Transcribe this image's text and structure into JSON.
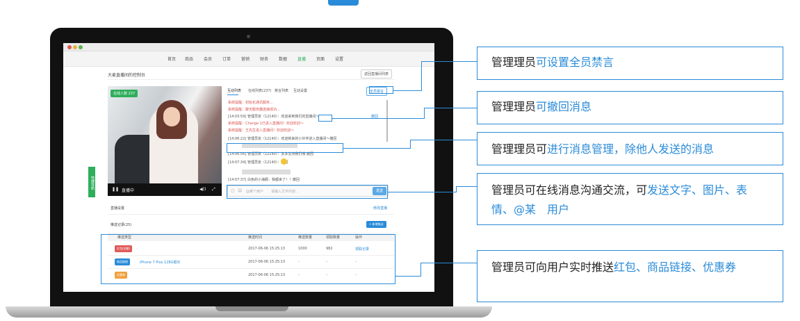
{
  "nav": {
    "items": [
      "首页",
      "商品",
      "会员",
      "订单",
      "营销",
      "财务",
      "数据",
      "直播",
      "页面",
      "设置"
    ],
    "active_index": 7
  },
  "header": {
    "page_title": "大麦直播间的控制台",
    "back_button": "返回直播间列表"
  },
  "video": {
    "online_badge": "在线人数 237",
    "status": "直播中"
  },
  "side_tab": "快捷导航",
  "chat": {
    "tabs": [
      "互动列表",
      "在线列表(237)",
      "禁言列表",
      "互动设置"
    ],
    "ban_all_button": "全员禁言",
    "messages": [
      {
        "text": "系统提醒：初始化通讯服务...",
        "style": "red"
      },
      {
        "text": "系统提醒：聊天服务器连接成功...",
        "style": "red"
      },
      {
        "text": "[14:03:59] 管理员张（12140）：欢迎来到我们的直播间～",
        "style": "normal",
        "recall": "撤回"
      },
      {
        "text": "系统提醒：Change 1已进入直播间！欢迎欢迎～",
        "style": "red"
      },
      {
        "text": "系统提醒：王先生进入直播间！欢迎欢迎～",
        "style": "red"
      },
      {
        "text": "[14:06:22] 管理员张（12140）：欢迎新来的小伙伴进入直播间～撤回",
        "style": "normal"
      },
      {
        "text": "[14:06:56] 管理员张（12140）：多多支持我们哦 撤回",
        "style": "normal"
      },
      {
        "text": "[14:07:34] 管理员张（12140）：撤回",
        "style": "normal"
      },
      {
        "text": "[14:07:37] 白色的小海豚：我都来了！！撤回",
        "style": "normal"
      }
    ],
    "input_placeholder": "请输入文字内容...",
    "mention_label": "@某个用户",
    "send_button": "发送"
  },
  "settings": {
    "title": "直播设置",
    "link": "修改直播"
  },
  "push": {
    "title": "推送记录(25)",
    "button": "+ 新增推送",
    "columns": [
      "推送类型",
      "推送时间",
      "推送数量",
      "领取数量",
      "操作"
    ],
    "rows": [
      {
        "tag": "红包(总额)",
        "tag_color": "#e05a5a",
        "desc": "",
        "time": "2017-06-06 15:25:13",
        "count": "1000",
        "taken": "982",
        "action": "领取记录"
      },
      {
        "tag": "商品链接",
        "tag_color": "#2a8bd8",
        "desc": "iPhone 7 Plus 128G银灰",
        "time": "2017-06-06 15:25:13",
        "count": "-",
        "taken": "-",
        "action": "-"
      },
      {
        "tag": "优惠券",
        "tag_color": "#f0a040",
        "desc": "",
        "time": "2017-06-06 15:25:13",
        "count": "-",
        "taken": "-",
        "action": "-"
      }
    ]
  },
  "callouts": [
    {
      "prefix": "管理理员",
      "highlight": "可设置全员禁言",
      "suffix": ""
    },
    {
      "prefix": "管理理员",
      "highlight": "可撤回消息",
      "suffix": ""
    },
    {
      "prefix": "管理理员可",
      "highlight": "进行消息管理，除他人发送的消息",
      "suffix": ""
    },
    {
      "prefix": "管理员可在线消息沟通交流，可",
      "highlight": "发送文字、图片、表情、@某　用户",
      "suffix": ""
    },
    {
      "prefix": "管理员可向用户实时推送",
      "highlight": "红包、商品链接、优惠券",
      "suffix": ""
    }
  ],
  "colors": {
    "accent": "#2a8bd8",
    "green": "#2fae5c",
    "red": "#d9534f"
  }
}
